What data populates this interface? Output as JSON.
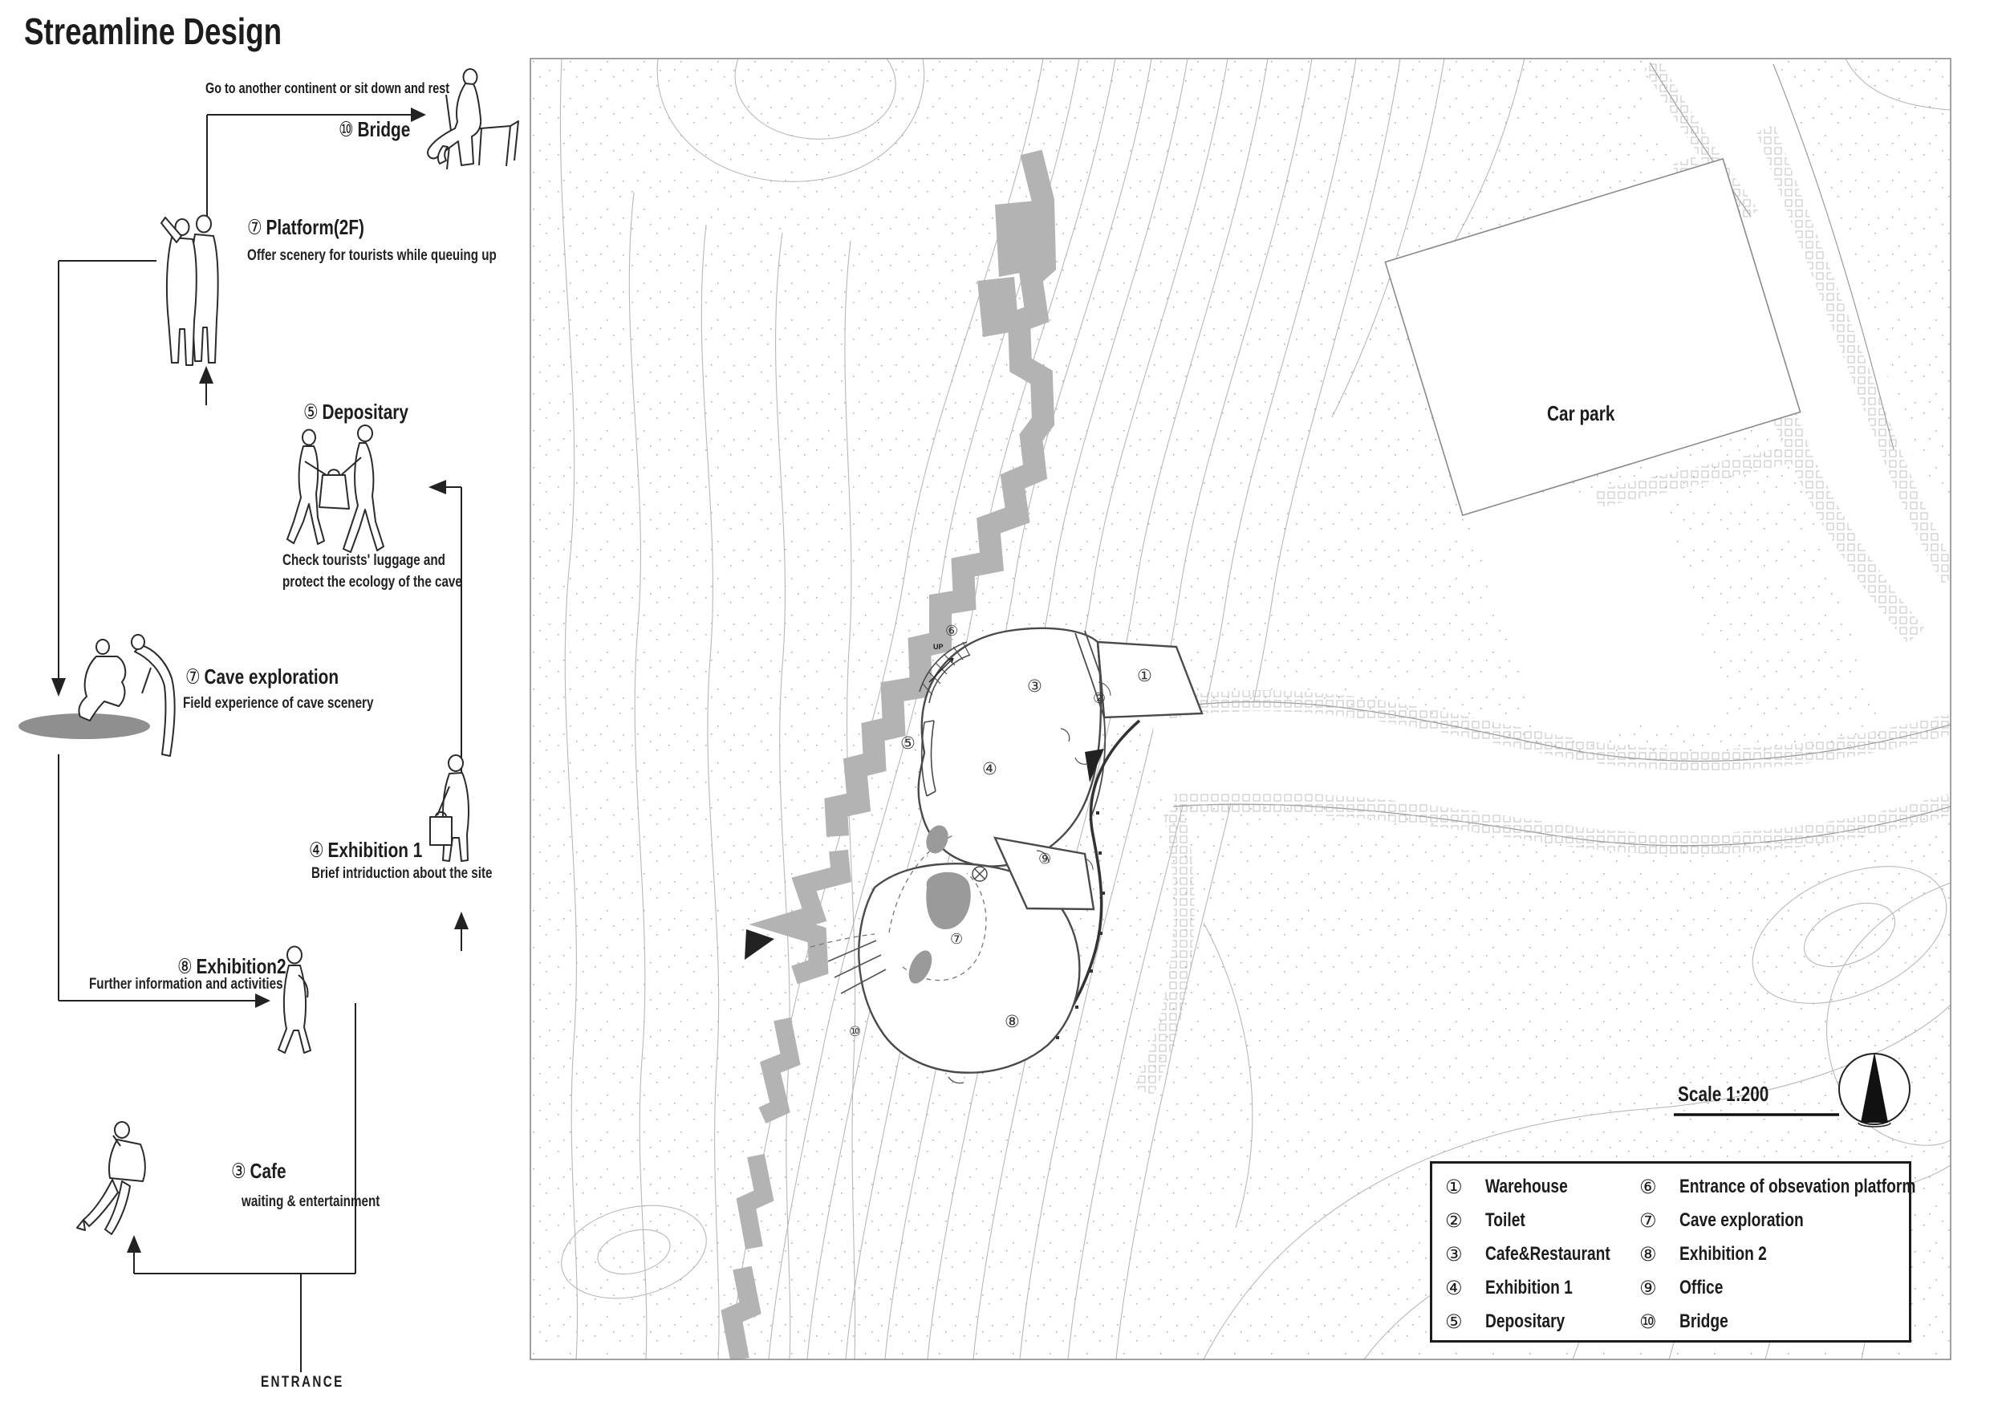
{
  "title": "Streamline Design",
  "flow": {
    "bridge_note": "Go to another continent or sit down and rest",
    "bridge": {
      "num": "⑩",
      "label": "Bridge"
    },
    "platform": {
      "num": "⑦",
      "label": "Platform(2F)",
      "desc": "Offer scenery for tourists while queuing up"
    },
    "depositary": {
      "num": "⑤",
      "label": "Depositary",
      "desc1": "Check tourists' luggage and",
      "desc2": "protect the ecology of the cave"
    },
    "cave": {
      "num": "⑦",
      "label": "Cave exploration",
      "desc": "Field experience of cave scenery"
    },
    "exhibition1": {
      "num": "④",
      "label": "Exhibition 1",
      "desc": "Brief intriduction about the site"
    },
    "exhibition2": {
      "num": "⑧",
      "label": "Exhibition2",
      "desc": "Further information and activities"
    },
    "cafe": {
      "num": "③",
      "label": "Cafe",
      "desc": "waiting & entertainment"
    },
    "entrance_label": "ENTRANCE"
  },
  "map": {
    "car_park_label": "Car park",
    "scale_label": "Scale 1:200",
    "up_label": "UP",
    "rooms": [
      "①",
      "②",
      "③",
      "④",
      "⑤",
      "⑥",
      "⑦",
      "⑧",
      "⑨",
      "⑩"
    ]
  },
  "legend": {
    "items": [
      {
        "num": "①",
        "label": "Warehouse"
      },
      {
        "num": "②",
        "label": "Toilet"
      },
      {
        "num": "③",
        "label": "Cafe&Restaurant"
      },
      {
        "num": "④",
        "label": "Exhibition 1"
      },
      {
        "num": "⑤",
        "label": "Depositary"
      },
      {
        "num": "⑥",
        "label": "Entrance of obsevation platform"
      },
      {
        "num": "⑦",
        "label": "Cave exploration"
      },
      {
        "num": "⑧",
        "label": "Exhibition 2"
      },
      {
        "num": "⑨",
        "label": "Office"
      },
      {
        "num": "⑩",
        "label": "Bridge"
      }
    ]
  },
  "colors": {
    "ink": "#1f1f1f",
    "wall": "#4a4a4a",
    "contour": "#b8b8b8",
    "stream": "#b3b3b3",
    "cave_fill": "#8f8f8f"
  }
}
